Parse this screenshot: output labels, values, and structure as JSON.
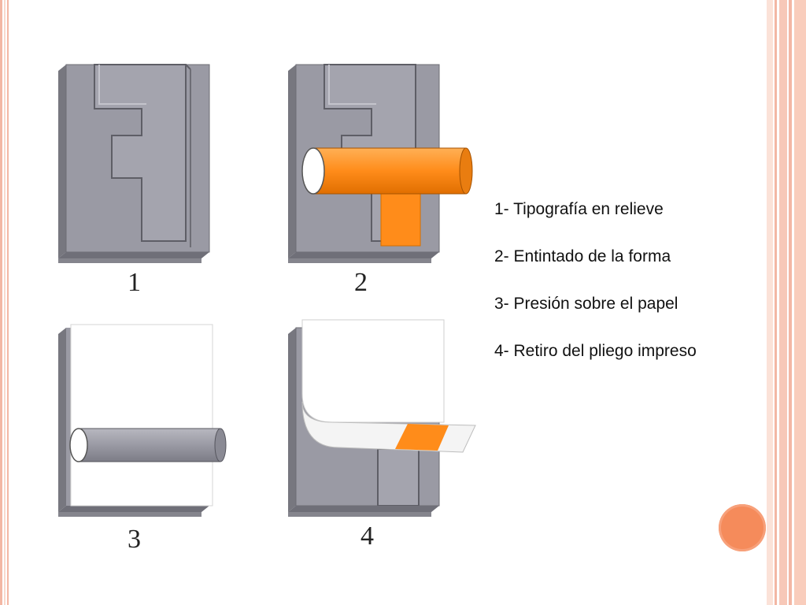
{
  "colors": {
    "accent": "#f58b5b",
    "border_pink": "#f6c3b2",
    "plate_gray": "#9a9aa4",
    "plate_dark": "#77777f",
    "ink_orange": "#ff8c1a"
  },
  "figure_labels": [
    "1",
    "2",
    "3",
    "4"
  ],
  "steps": [
    "1- Tipografía en relieve",
    "2- Entintado de la forma",
    "3- Presión sobre el papel",
    "4- Retiro del pliego impreso"
  ]
}
